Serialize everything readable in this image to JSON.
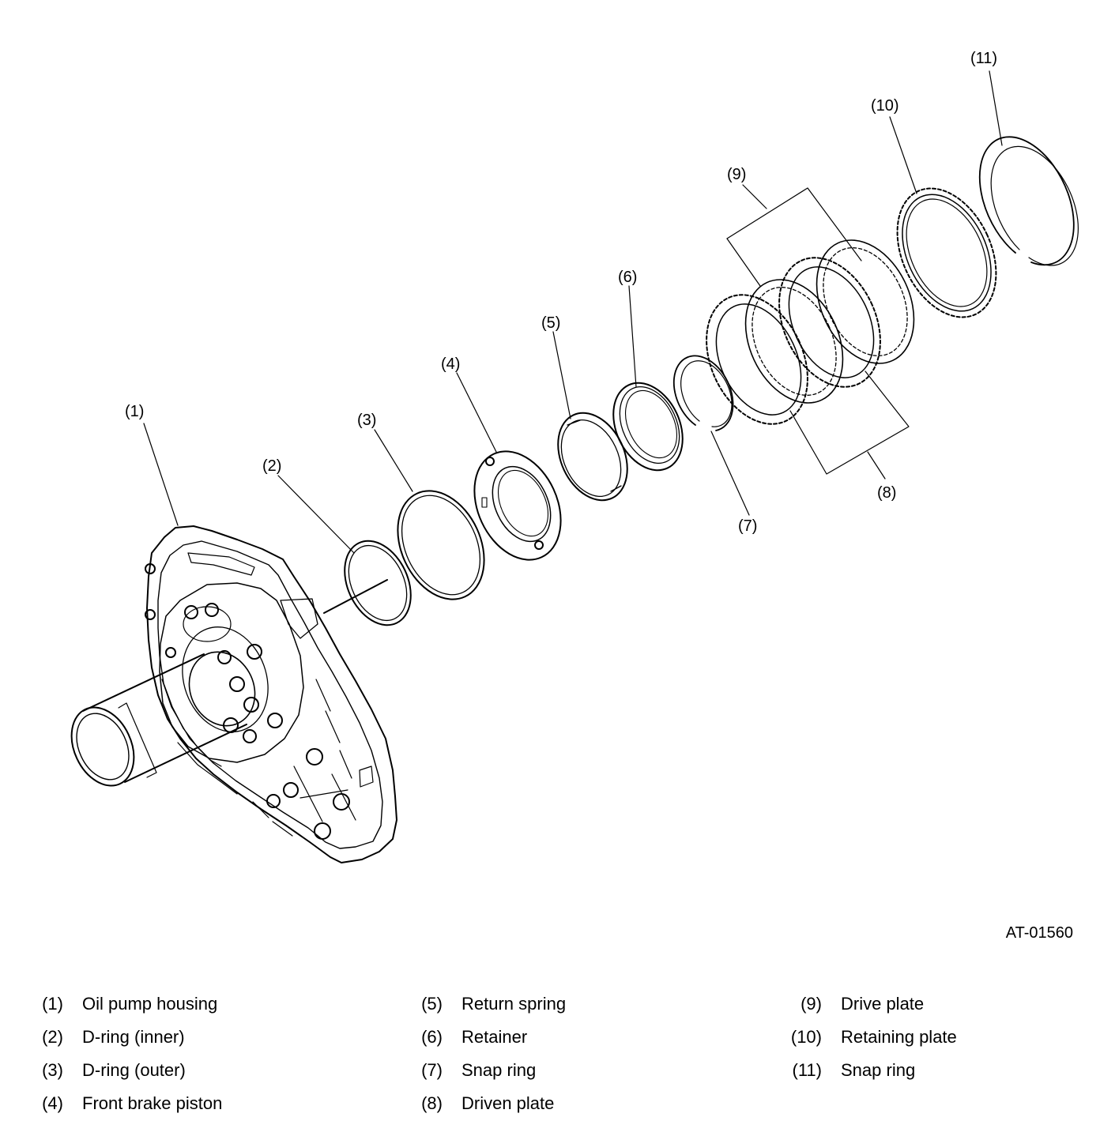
{
  "callouts": [
    "(1)",
    "(2)",
    "(3)",
    "(4)",
    "(5)",
    "(6)",
    "(7)",
    "(8)",
    "(9)",
    "(10)",
    "(11)"
  ],
  "figure_code": "AT-01560",
  "legend": [
    {
      "num": "(1)",
      "label": "Oil pump housing"
    },
    {
      "num": "(2)",
      "label": "D-ring (inner)"
    },
    {
      "num": "(3)",
      "label": "D-ring (outer)"
    },
    {
      "num": "(4)",
      "label": "Front brake piston"
    },
    {
      "num": "(5)",
      "label": "Return spring"
    },
    {
      "num": "(6)",
      "label": "Retainer"
    },
    {
      "num": "(7)",
      "label": "Snap ring"
    },
    {
      "num": "(8)",
      "label": "Driven plate"
    },
    {
      "num": "(9)",
      "label": "Drive plate"
    },
    {
      "num": "(10)",
      "label": "Retaining plate"
    },
    {
      "num": "(11)",
      "label": "Snap ring"
    }
  ]
}
